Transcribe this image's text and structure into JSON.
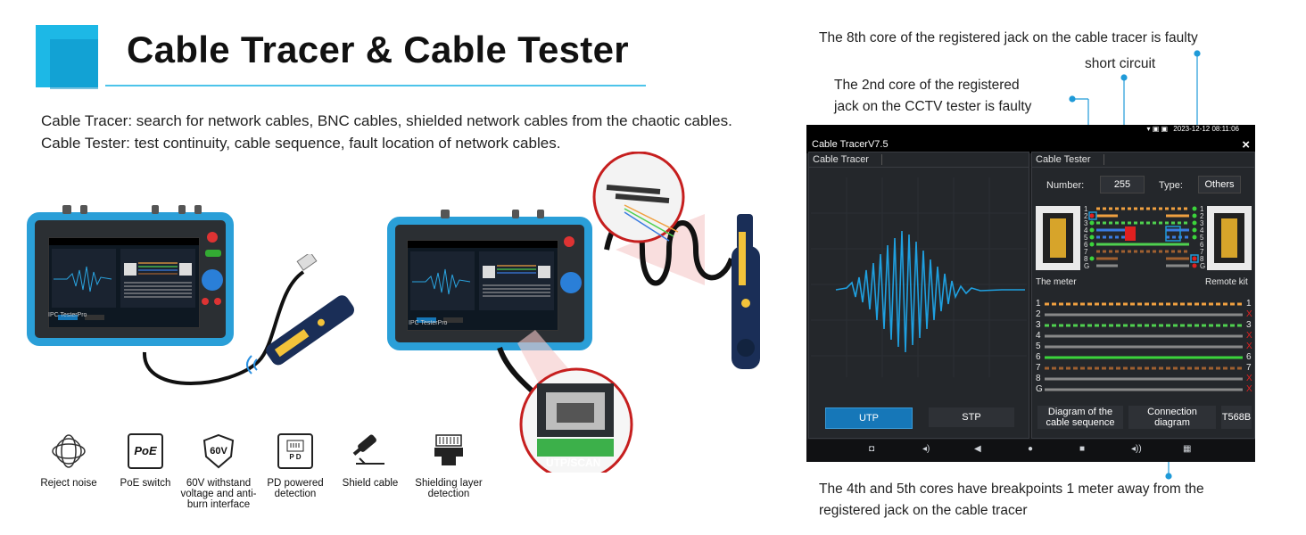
{
  "header": {
    "title": "Cable Tracer & Cable Tester",
    "desc_line1": "Cable Tracer: search for network cables, BNC cables, shielded network cables from the chaotic cables.",
    "desc_line2": "Cable Tester: test continuity, cable sequence, fault location of network cables."
  },
  "device1": {
    "brand": "IPC TesterPro"
  },
  "device2": {
    "brand": "IPC TesterPro"
  },
  "port_label": "UTP/SCAN",
  "features": [
    {
      "label": "Reject noise",
      "icon": "noise-reject-icon"
    },
    {
      "label": "PoE switch",
      "icon": "poe-icon",
      "icon_text": "PoE"
    },
    {
      "label": "60V withstand voltage and anti-burn interface",
      "icon": "shield-60v-icon",
      "icon_text": "60V"
    },
    {
      "label": "PD powered detection",
      "icon": "pd-port-icon",
      "icon_text": "P D"
    },
    {
      "label": "Shield cable",
      "icon": "shield-cable-icon"
    },
    {
      "label": "Shielding layer detection",
      "icon": "shielding-layer-icon"
    }
  ],
  "annotations": {
    "a1": "The 8th core of the registered jack on the cable tracer is faulty",
    "a2": "short circuit",
    "a3_line1": "The 2nd core of the registered",
    "a3_line2": "jack on the CCTV tester is faulty",
    "a4_line1": "The 4th and 5th cores have breakpoints 1 meter away from the",
    "a4_line2": "registered jack on the cable tracer"
  },
  "screen": {
    "status_time": "2023-12-12 08:11:06",
    "app_title": "Cable TracerV7.5",
    "close_icon": "×",
    "tab_tracer": "Cable Tracer",
    "tab_tester": "Cable Tester",
    "number_label": "Number:",
    "number_value": "255",
    "type_label": "Type:",
    "type_value": "Others",
    "meter_label": "The meter",
    "remote_label": "Remote kit",
    "pins_left": [
      "1",
      "2",
      "3",
      "4",
      "5",
      "6",
      "7",
      "8",
      "G"
    ],
    "pins_right": [
      "1",
      "2",
      "3",
      "4",
      "5",
      "6",
      "7",
      "8",
      "G"
    ],
    "rows_left": [
      "1",
      "2",
      "3",
      "4",
      "5",
      "6",
      "7",
      "8",
      "G"
    ],
    "rows_right": [
      "1",
      "X",
      "3",
      "X",
      "X",
      "6",
      "7",
      "X",
      "X"
    ],
    "btn_utp": "UTP",
    "btn_stp": "STP",
    "btn_diagram_line1": "Diagram of the",
    "btn_diagram_line2": "cable sequence",
    "btn_connection": "Connection diagram",
    "standard": "T568B",
    "colors": {
      "accent_blue": "#1677b8",
      "fault_red": "#e02020",
      "ok_green": "#3bd43b",
      "wave_blue": "#1fa0e0"
    }
  }
}
